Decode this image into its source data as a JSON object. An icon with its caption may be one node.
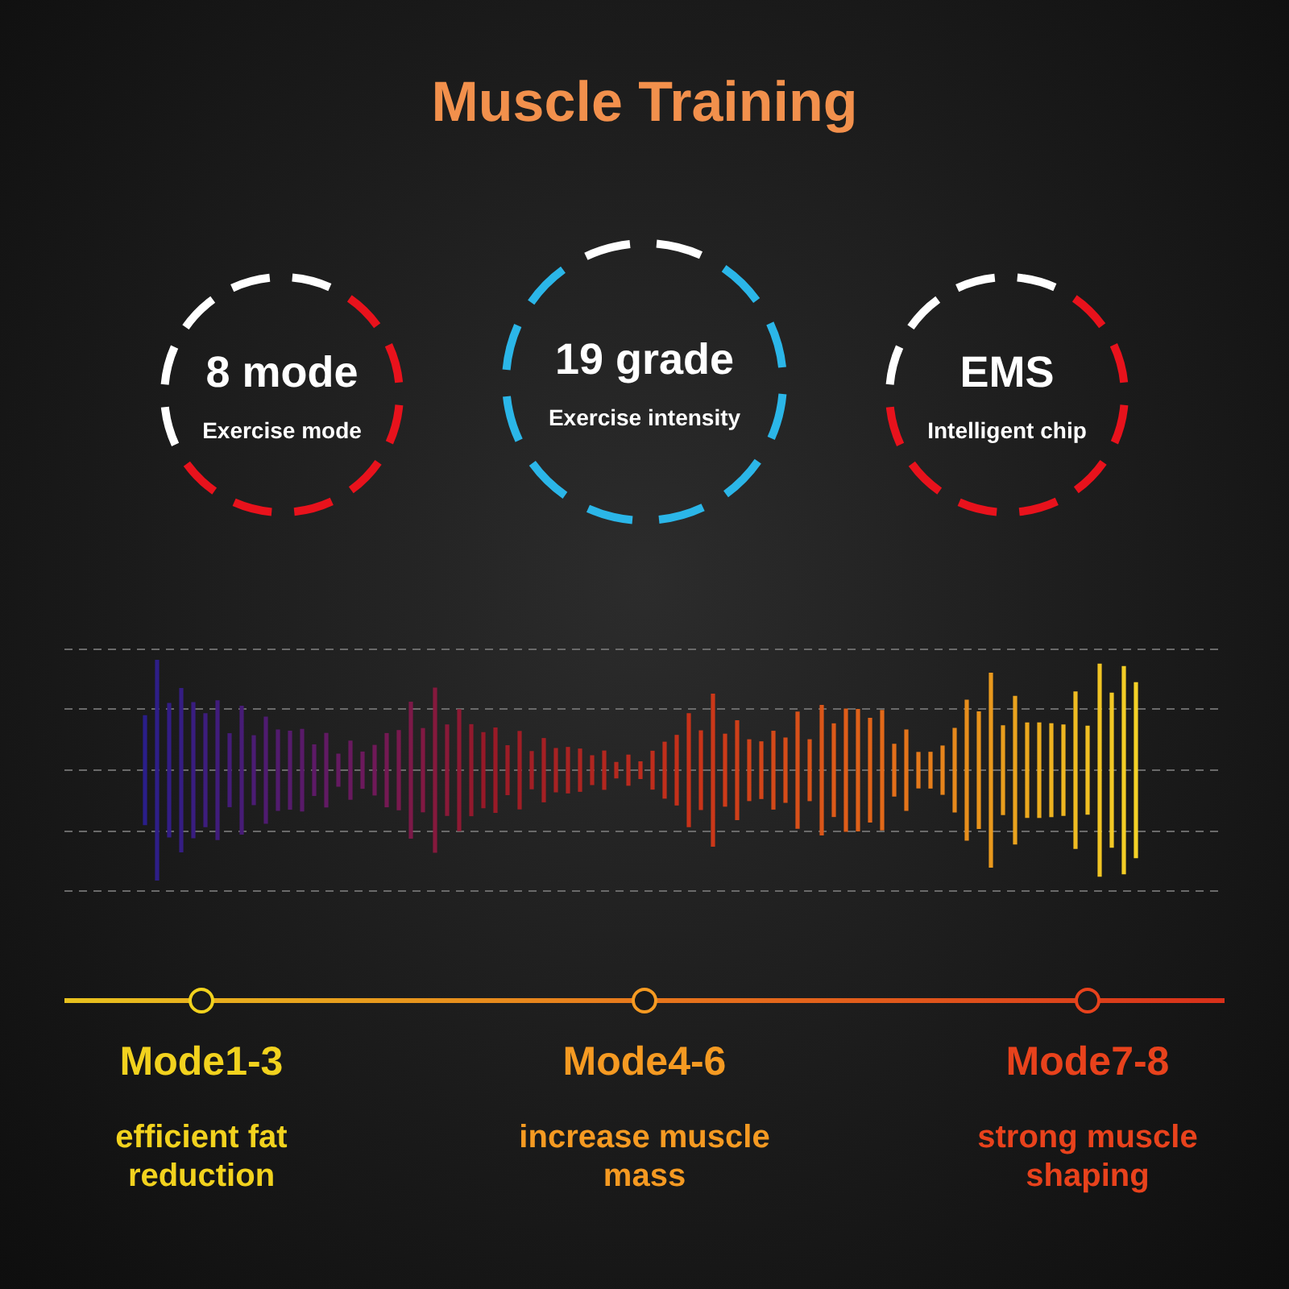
{
  "diagram": {
    "title": "Muscle Training",
    "nodes": [
      {
        "text": [
          "8 mode",
          "Exercise mode"
        ]
      },
      {
        "text": [
          "19 grade",
          "Exercise intensity"
        ]
      },
      {
        "text": [
          "EMS",
          "Intelligent chip"
        ]
      }
    ],
    "labels": [
      "Mode1-3",
      "efficient fat reduction",
      "Mode4-6",
      "increase muscle mass",
      "Mode7-8",
      "strong muscle shaping"
    ]
  }
}
